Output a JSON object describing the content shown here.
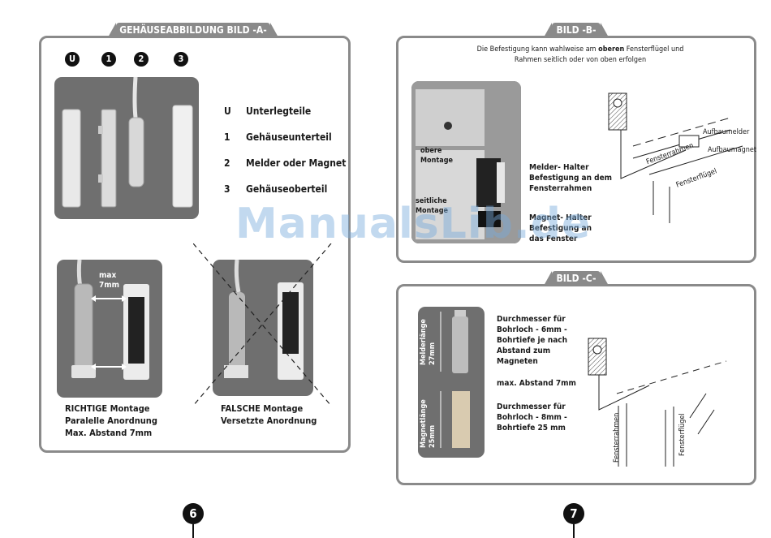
{
  "page_left": {
    "tab_title": "GEHÄUSEABBILDUNG BILD -A-",
    "part_markers": [
      "U",
      "1",
      "2",
      "3"
    ],
    "legend": [
      {
        "key": "U",
        "text": "Unterlegteile"
      },
      {
        "key": "1",
        "text": "Gehäuseunterteil"
      },
      {
        "key": "2",
        "text": "Melder oder Magnet"
      },
      {
        "key": "3",
        "text": "Gehäuseoberteil"
      }
    ],
    "measure_label_1": "max",
    "measure_label_2": "7mm",
    "correct_caption": [
      "RICHTIGE Montage",
      "Paralelle Anordnung",
      "Max. Abstand 7mm"
    ],
    "wrong_caption": [
      "FALSCHE Montage",
      "Versetzte Anordnung"
    ],
    "page_number": "6"
  },
  "page_right": {
    "bild_b": {
      "tab_title": "BILD -B-",
      "intro_1_pre": "Die Befestigung kann wahlweise am ",
      "intro_1_bold": "oberen",
      "intro_1_post": " Fensterflügel und",
      "intro_2": "Rahmen seitlich oder von oben erfolgen",
      "photo_label_top_1": "obere",
      "photo_label_top_2": "Montage",
      "photo_label_side_1": "seitliche",
      "photo_label_side_2": "Montage",
      "melder_label": [
        "Melder- Halter",
        "Befestigung an dem",
        "Fensterrahmen"
      ],
      "magnet_label": [
        "Magnet- Halter",
        "Befestigung an",
        "das Fenster"
      ],
      "drawing_labels": {
        "aufbaumelder": "Aufbaumelder",
        "aufbaumagnet": "Aufbaumagnet",
        "fensterrahmen": "Fensterrahmen",
        "fensterfluegel": "Fensterflügel"
      }
    },
    "bild_c": {
      "tab_title": "BILD -C-",
      "melderlaenge_1": "Melderlänge",
      "melderlaenge_2": "27mm",
      "magnetlaenge_1": "Magnetlänge",
      "magnetlaenge_2": "25mm",
      "melder_text": [
        "Durchmesser für",
        "Bohrloch - 6mm -",
        "Bohrtiefe je nach",
        "Abstand zum",
        "Magneten"
      ],
      "abstand_text": "max. Abstand 7mm",
      "magnet_text": [
        "Durchmesser für",
        "Bohrloch - 8mm -",
        "Bohrtiefe 25 mm"
      ],
      "drawing_labels": {
        "fensterrahmen": "Fensterrahmen",
        "fensterfluegel": "Fensterflügel"
      }
    },
    "page_number": "7"
  },
  "watermark": "ManualsLib.de",
  "colors": {
    "frame_gray": "#8a8a8a",
    "photo_gray": "#6f6f6f",
    "watermark": "#78aadc"
  }
}
